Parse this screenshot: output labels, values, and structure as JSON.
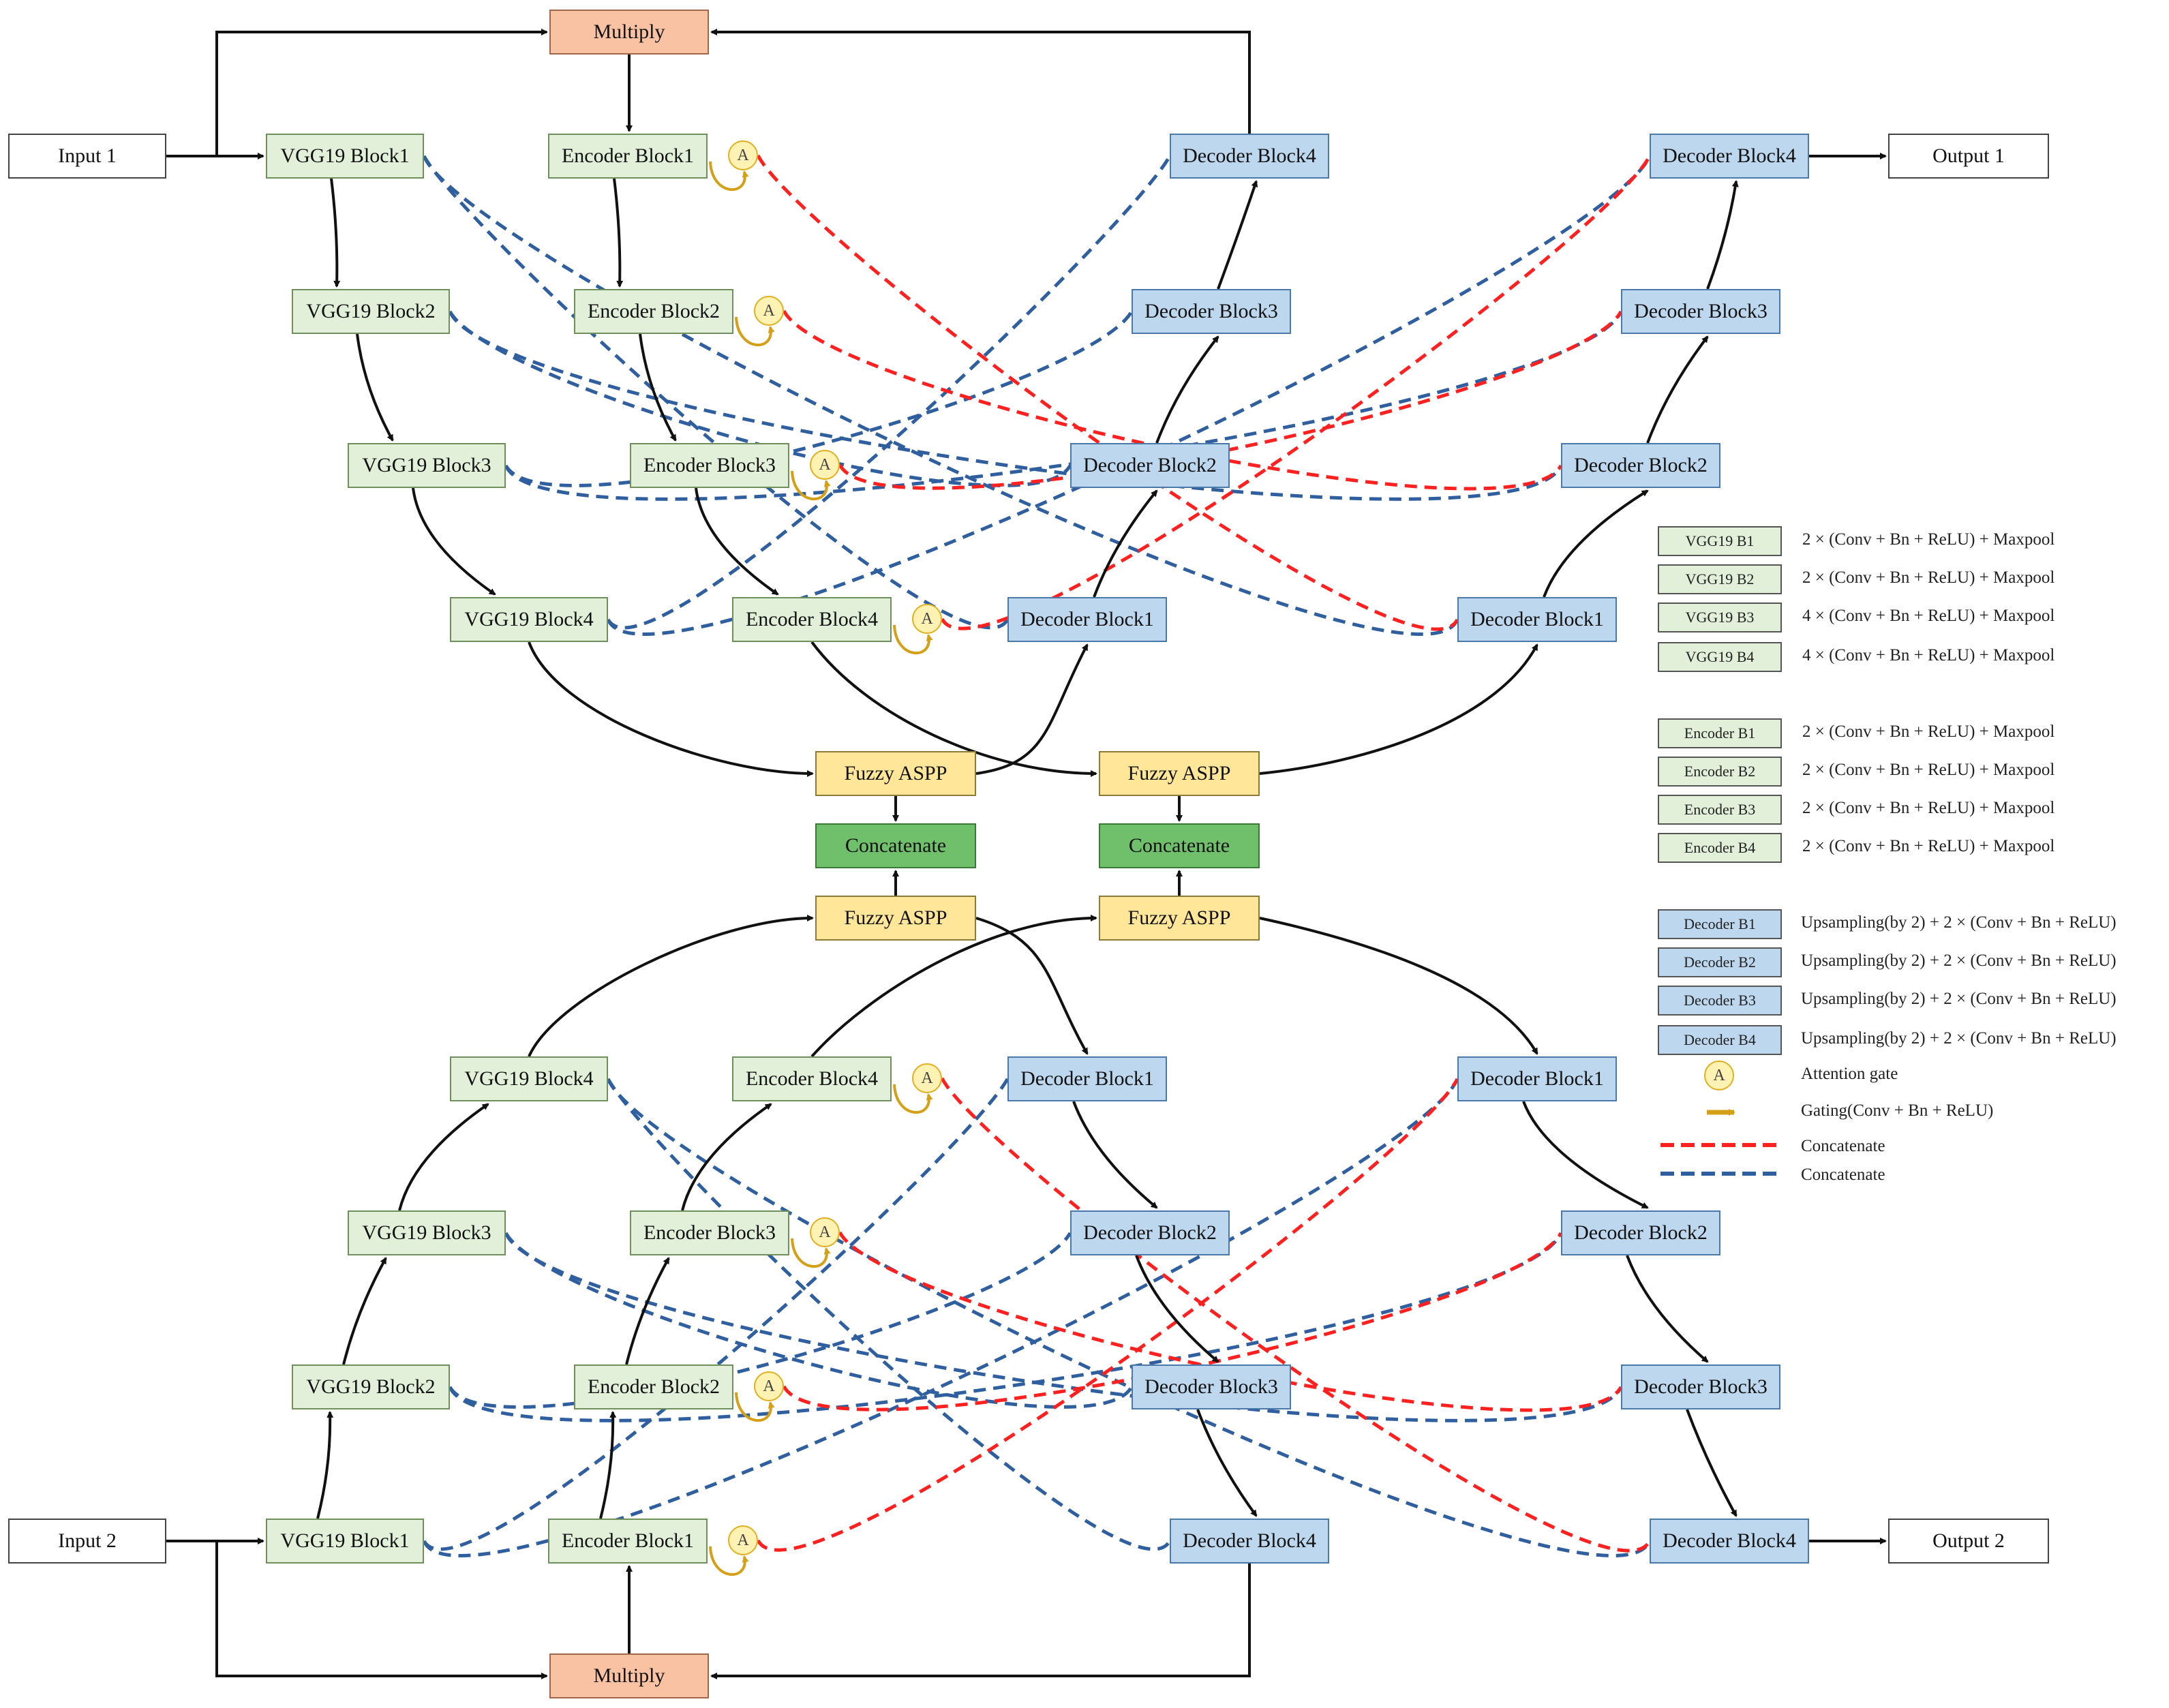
{
  "inputs": {
    "input1": "Input 1",
    "input2": "Input 2"
  },
  "outputs": {
    "output1": "Output 1",
    "output2": "Output 2"
  },
  "multiply": "Multiply",
  "fuzzy_aspp": "Fuzzy ASPP",
  "concatenate": "Concatenate",
  "attention_symbol": "A",
  "vgg_blocks": [
    "VGG19 Block1",
    "VGG19 Block2",
    "VGG19 Block3",
    "VGG19 Block4"
  ],
  "encoder_blocks": [
    "Encoder Block1",
    "Encoder Block2",
    "Encoder Block3",
    "Encoder Block4"
  ],
  "decoder_blocks": [
    "Decoder Block1",
    "Decoder Block2",
    "Decoder Block3",
    "Decoder Block4"
  ],
  "legend": {
    "blocks": [
      {
        "key": "VGG19 B1",
        "desc": "2 × (Conv + Bn + ReLU) + Maxpool",
        "kind": "vgg"
      },
      {
        "key": "VGG19 B2",
        "desc": "2 × (Conv + Bn + ReLU) + Maxpool",
        "kind": "vgg"
      },
      {
        "key": "VGG19 B3",
        "desc": "4 × (Conv + Bn + ReLU) + Maxpool",
        "kind": "vgg"
      },
      {
        "key": "VGG19 B4",
        "desc": "4 × (Conv + Bn + ReLU) + Maxpool",
        "kind": "vgg"
      },
      {
        "key": "Encoder B1",
        "desc": "2 × (Conv + Bn + ReLU) + Maxpool",
        "kind": "enc"
      },
      {
        "key": "Encoder B2",
        "desc": "2 × (Conv + Bn + ReLU) + Maxpool",
        "kind": "enc"
      },
      {
        "key": "Encoder B3",
        "desc": "2 × (Conv + Bn + ReLU) + Maxpool",
        "kind": "enc"
      },
      {
        "key": "Encoder B4",
        "desc": "2 × (Conv + Bn + ReLU) + Maxpool",
        "kind": "enc"
      },
      {
        "key": "Decoder B1",
        "desc": "Upsampling(by 2) + 2 × (Conv + Bn + ReLU)",
        "kind": "dec"
      },
      {
        "key": "Decoder B2",
        "desc": "Upsampling(by 2) + 2 × (Conv + Bn + ReLU)",
        "kind": "dec"
      },
      {
        "key": "Decoder B3",
        "desc": "Upsampling(by 2) + 2 × (Conv + Bn + ReLU)",
        "kind": "dec"
      },
      {
        "key": "Decoder B4",
        "desc": "Upsampling(by 2) + 2 × (Conv + Bn + ReLU)",
        "kind": "dec"
      }
    ],
    "attention_gate": "Attention gate",
    "gating": "Gating(Conv + Bn + ReLU)",
    "concat_red": "Concatenate",
    "concat_blue": "Concatenate"
  },
  "colors": {
    "vgg": "#e2efd9",
    "encoder": "#e2efd9",
    "decoder": "#bdd7ee",
    "fuzzy": "#ffe699",
    "concat_block": "#70c06b",
    "multiply": "#f8c2a3",
    "red_skip": "#ff2020",
    "blue_skip": "#2f5f9f",
    "gating_arrow": "#d4a017"
  }
}
